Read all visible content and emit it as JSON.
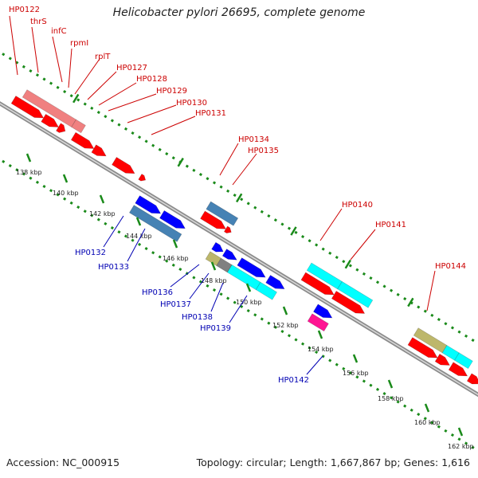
{
  "title": "Helicobacter pylori 26695, complete genome",
  "footer": {
    "accession": "Accession: NC_000915",
    "summary": "Topology: circular; Length: 1,667,867 bp; Genes: 1,616"
  },
  "colors": {
    "backbone": "#8c8c8c",
    "dotted_scale": "#1a8a1a",
    "forward_label": "#cc0000",
    "reverse_label": "#0000b3",
    "red_gene": "#ff0000",
    "pink_gene": "#f08080",
    "steelblue_gene": "#4682b4",
    "blue_gene": "#0000ff",
    "cyan_gene": "#00ffff",
    "khaki_gene": "#bdb76b",
    "gray_gene": "#808080",
    "magenta_gene": "#ff1493"
  },
  "scale_ticks": [
    "138 kbp",
    "140 kbp",
    "142 kbp",
    "144 kbp",
    "146 kbp",
    "148 kbp",
    "150 kbp",
    "152 kbp",
    "154 kbp",
    "156 kbp",
    "158 kbp",
    "160 kbp",
    "162 kbp"
  ],
  "top_labels": [
    "HP0122",
    "thrS",
    "infC",
    "rpmI",
    "rplT",
    "HP0127",
    "HP0128",
    "HP0129",
    "HP0130",
    "HP0131",
    "HP0134",
    "HP0135",
    "HP0140",
    "HP0141",
    "HP0144"
  ],
  "bottom_labels": [
    "HP0132",
    "HP0133",
    "HP0136",
    "HP0137",
    "HP0138",
    "HP0139",
    "HP0142"
  ]
}
